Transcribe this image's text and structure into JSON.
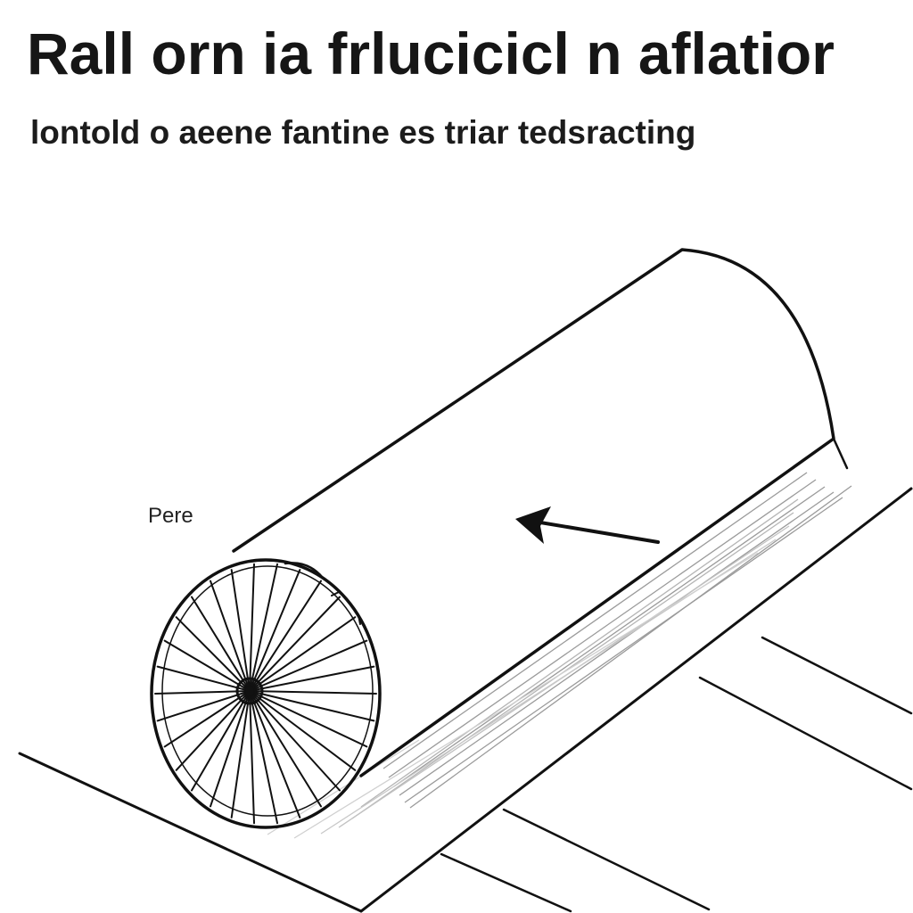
{
  "title": "Rall orn ia frlucicicl n aflatior",
  "subtitle": "lontold o aeene fantine es triar tedsracting",
  "label": "Pere",
  "colors": {
    "ink": "#111111",
    "background": "#ffffff",
    "hatching": "#9a9a9a"
  },
  "icons": {
    "arrow": "arrow-left-icon",
    "wheel": "spoked-wheel-icon"
  }
}
